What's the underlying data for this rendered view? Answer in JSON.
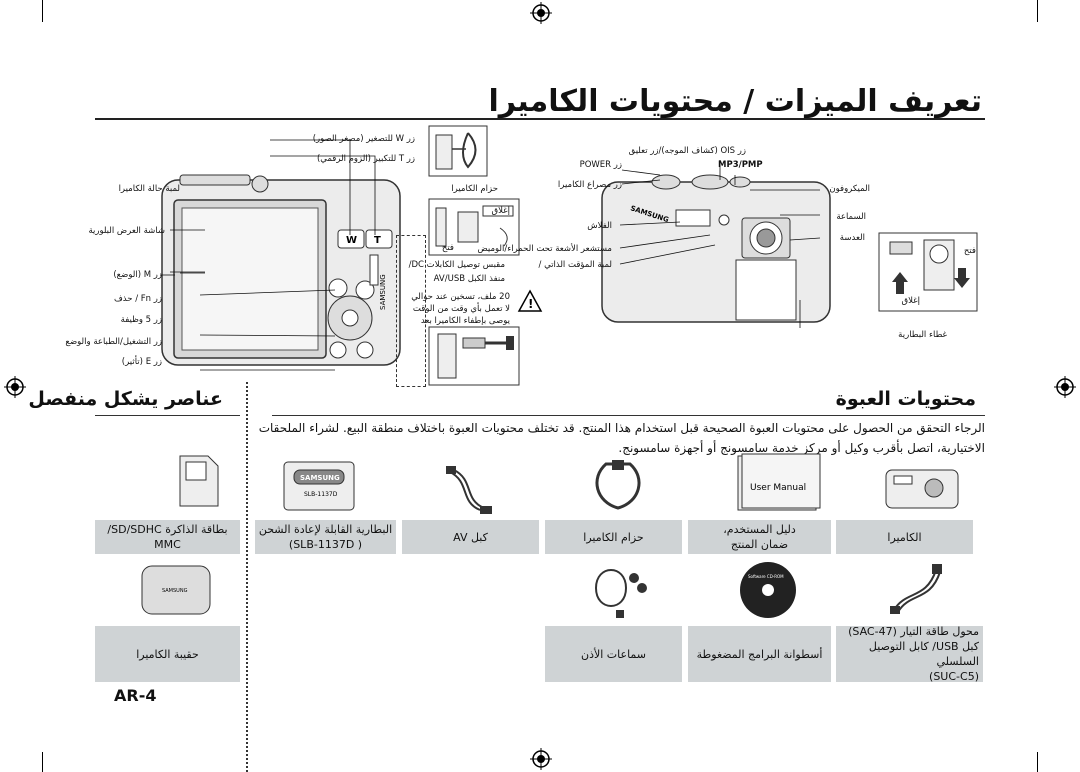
{
  "page": {
    "title": "تعريف الميزات / محتويات الكاميرا",
    "page_number": "AR-4"
  },
  "back_view": {
    "labels": {
      "zoom_w": "زر W للتصغير (مصغر الصور)",
      "zoom_t": "زر T للتكبير (الزوم الرقمي)",
      "strap": "حزام الكاميرا",
      "status_lamp": "لمبة حالة الكاميرا",
      "lcd": "شاشة العرض البلورية",
      "m_button": "زر M (الوضع)",
      "fn_button": "زر Fn / حذف",
      "five_function": "زر 5 وظيفة",
      "play_button": "زر التشغيل/الطباعة والوضع",
      "e_button": "زر E (تأثير)",
      "open": "إغلاق",
      "close": "فتح",
      "dc_port": "مقبس توصيل الكابلات DC/",
      "av_port": "منفذ الكبل AV/USB"
    },
    "warning": {
      "line1": "20 ملف، تسخين عند حوالي",
      "line2": "لا تعمل بأي وقت من الوقت",
      "line3": "يوصى بإطفاء الكاميرا بعد"
    }
  },
  "front_view": {
    "labels": {
      "ois": "زر OIS (كشاف الموجه)/زر تعليق",
      "mp3": "MP3/PMP",
      "power": "زر POWER",
      "shutter": "زر مصراع الكاميرا",
      "microphone": "الميكروفون",
      "speaker": "السماعة",
      "lens": "العدسة",
      "flash": "الفلاش",
      "af_sensor": "مستشعر الأشعة تحت الحمراء/الوميض",
      "self_timer": "لمبة المؤقت الذاتي /",
      "card_open": "فتح",
      "card_close": "إغلاق",
      "card_cover": "غطاء البطارية"
    }
  },
  "sections": {
    "contents_title": "محتويات العبوة",
    "accessories_title": "عناصر يشكل منفصل",
    "paragraph": "الرجاء التحقق من الحصول على محتويات العبوة الصحيحة قبل استخدام هذا المنتج. قد تختلف محتويات العبوة باختلاف منطقة البيع. لشراء الملحقات الاختيارية، اتصل بأقرب وكيل أو مركز خدمة سامسونج أو أجهزة سامسونج."
  },
  "contents": [
    {
      "id": "camera",
      "lines": [
        "الكاميرا"
      ]
    },
    {
      "id": "manual",
      "lines": [
        "دليل المستخدم،",
        "ضمان المنتج"
      ]
    },
    {
      "id": "strap",
      "lines": [
        "حزام الكاميرا"
      ]
    },
    {
      "id": "av_cable",
      "lines": [
        "كبل AV"
      ]
    },
    {
      "id": "battery",
      "lines": [
        "البطارية القابلة لإعادة الشحن",
        "( SLB-1137D)"
      ]
    },
    {
      "id": "sd_card",
      "lines": [
        "بطاقة الذاكرة SD/SDHC/",
        "MMC"
      ]
    }
  ],
  "contents_row2": [
    {
      "id": "adapter",
      "lines": [
        "محول طاقة التيار (SAC-47)",
        "كبل USB/ كابل التوصيل السلسلي",
        "(SUC-C5)"
      ]
    },
    {
      "id": "cdrom",
      "lines": [
        "أسطوانة البرامج المضغوطة"
      ]
    },
    {
      "id": "earphones",
      "lines": [
        "سماعات الأذن"
      ]
    },
    {
      "id": "case",
      "lines": [
        "حقيبة الكاميرا"
      ]
    }
  ],
  "product_text": {
    "user_manual": "User Manual",
    "samsung": "SAMSUNG",
    "battery_model": "SLB-1137D",
    "cd_text": "Software CD-ROM"
  },
  "colors": {
    "cell_bg": "#cfd3d5",
    "camera_body": "#e6e6e6",
    "ink": "#111111"
  }
}
